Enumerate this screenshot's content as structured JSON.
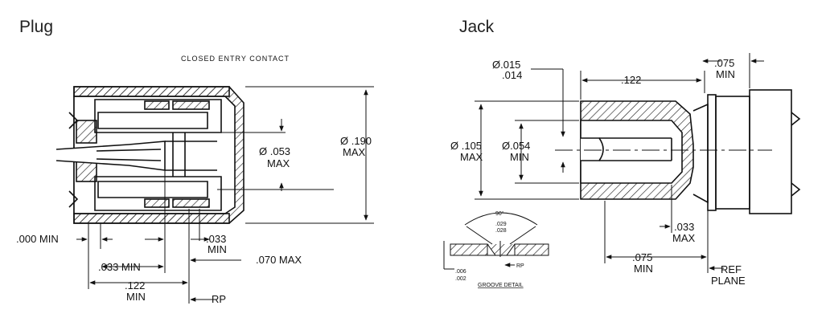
{
  "headings": {
    "plug": "Plug",
    "jack": "Jack"
  },
  "plug": {
    "caption": "CLOSED ENTRY CONTACT",
    "dia_190": [
      "Ø .190",
      "MAX"
    ],
    "dia_053": [
      "Ø .053",
      "MAX"
    ],
    "d_000": ".000 MIN",
    "d_033a": [
      ".033",
      "MIN"
    ],
    "d_033b": ".033 MIN",
    "d_070": ".070 MAX",
    "d_122": [
      ".122",
      "MIN"
    ],
    "rp": "RP"
  },
  "jack": {
    "dia_015": [
      "Ø.015",
      ".014"
    ],
    "d_122": ".122",
    "d_075a": [
      ".075",
      "MIN"
    ],
    "dia_105": [
      "Ø .105",
      "MAX"
    ],
    "dia_054": [
      "Ø.054",
      "MIN"
    ],
    "d_033": [
      ".033",
      "MAX"
    ],
    "d_075b": [
      ".075",
      "MIN"
    ],
    "ref": [
      "REF",
      "PLANE"
    ],
    "groove": {
      "angle": "90°",
      "w1": ".029",
      "w2": ".028",
      "d1": ".006",
      "d2": ".002",
      "rp": "RP",
      "title": "GROOVE DETAIL"
    }
  }
}
